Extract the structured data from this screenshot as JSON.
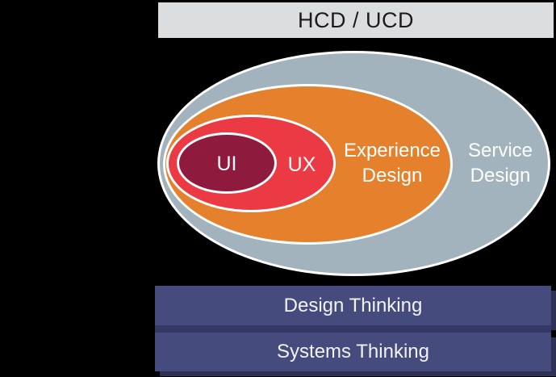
{
  "header": {
    "label": "HCD / UCD"
  },
  "diagram": {
    "type": "nested-venn",
    "rings": [
      {
        "name": "service-design",
        "label": "Service Design",
        "fill": "#A3B3BD"
      },
      {
        "name": "experience-design",
        "label": "Experience Design",
        "fill": "#E5802C"
      },
      {
        "name": "ux",
        "label": "UX",
        "fill": "#EC3A45"
      },
      {
        "name": "ui",
        "label": "UI",
        "fill": "#8E1A3D"
      }
    ],
    "outline_color": "#FFFFFF"
  },
  "bars": [
    {
      "name": "design-thinking",
      "label": "Design Thinking"
    },
    {
      "name": "systems-thinking",
      "label": "Systems Thinking"
    }
  ],
  "colors": {
    "background": "#000000",
    "header_bg": "#DCDDDE",
    "header_text": "#1B1B1B",
    "bar_bg": "#464B7E",
    "bar_separator": "#343864",
    "bar_shadow": "#2E3154",
    "label_text": "#FFFFFF"
  }
}
